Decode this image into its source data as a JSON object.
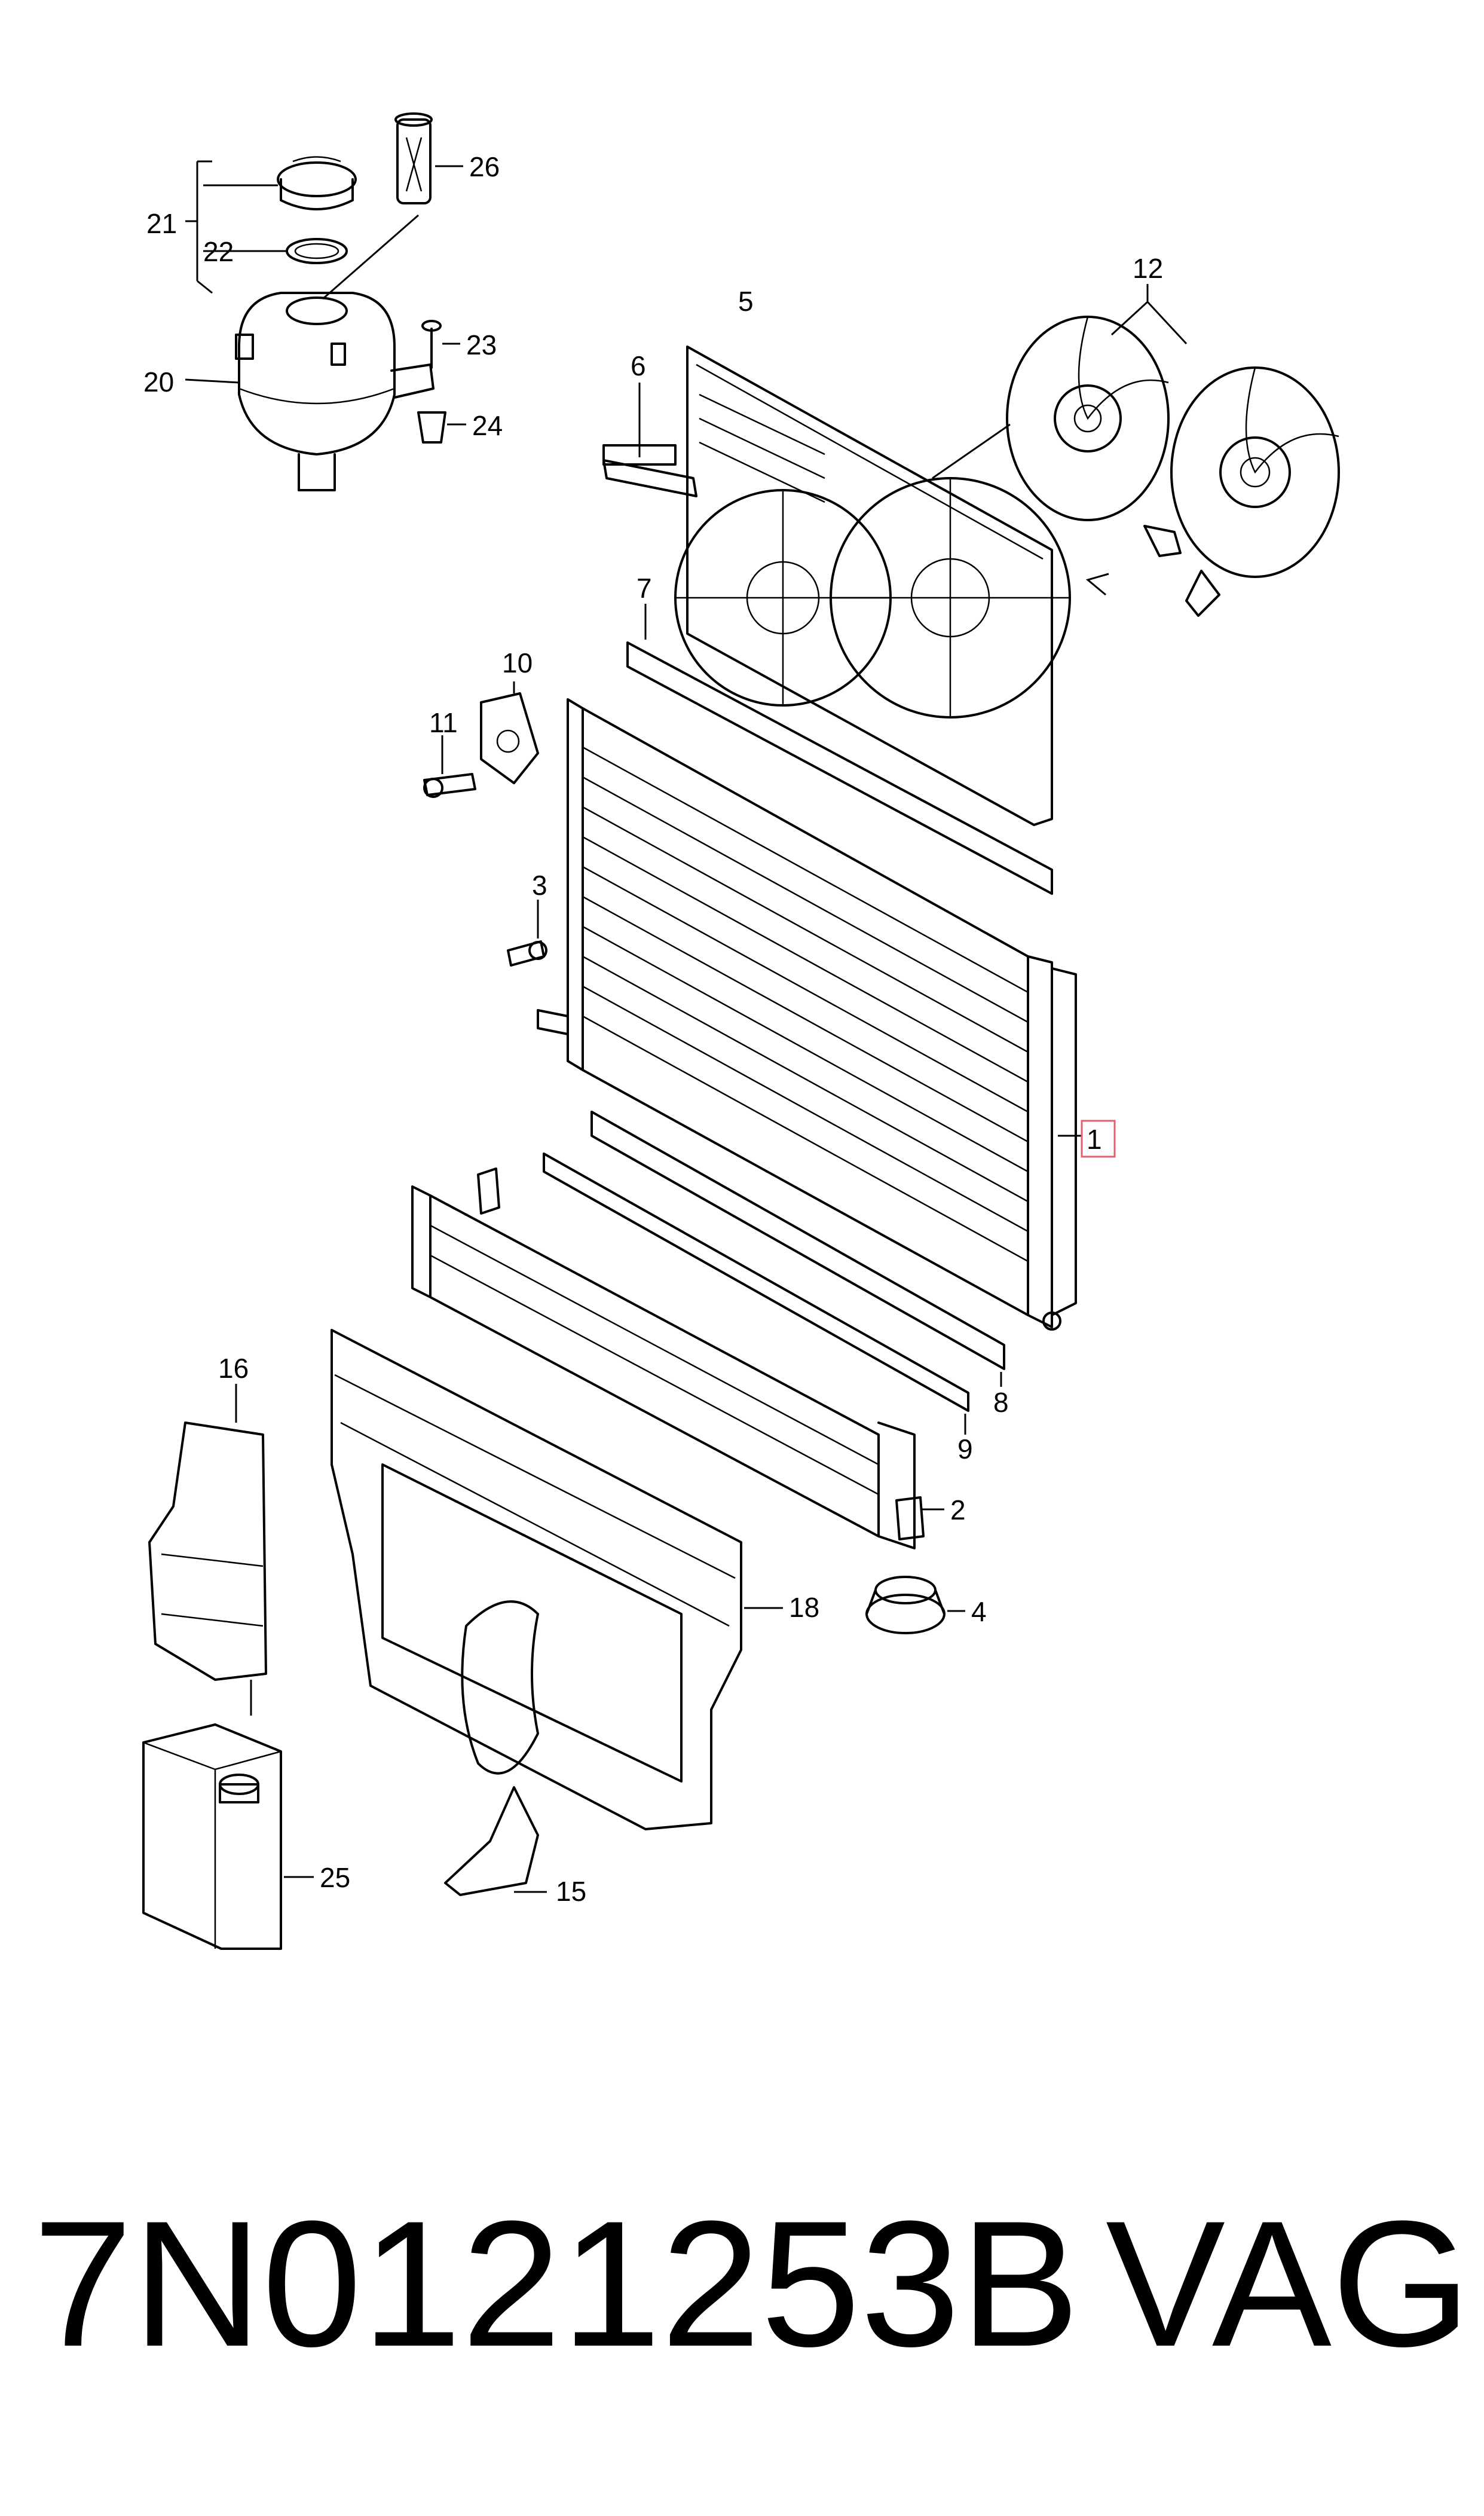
{
  "callouts": [
    {
      "id": "1",
      "label": "1"
    },
    {
      "id": "2",
      "label": "2"
    },
    {
      "id": "3",
      "label": "3"
    },
    {
      "id": "4",
      "label": "4"
    },
    {
      "id": "5",
      "label": "5"
    },
    {
      "id": "6",
      "label": "6"
    },
    {
      "id": "7",
      "label": "7"
    },
    {
      "id": "8",
      "label": "8"
    },
    {
      "id": "9",
      "label": "9"
    },
    {
      "id": "10",
      "label": "10"
    },
    {
      "id": "11",
      "label": "11"
    },
    {
      "id": "12",
      "label": "12"
    },
    {
      "id": "15",
      "label": "15"
    },
    {
      "id": "16",
      "label": "16"
    },
    {
      "id": "18",
      "label": "18"
    },
    {
      "id": "20",
      "label": "20"
    },
    {
      "id": "21",
      "label": "21"
    },
    {
      "id": "22",
      "label": "22"
    },
    {
      "id": "23",
      "label": "23"
    },
    {
      "id": "24",
      "label": "24"
    },
    {
      "id": "25",
      "label": "25"
    },
    {
      "id": "26",
      "label": "26"
    }
  ],
  "highlighted_callout": "1",
  "highlight_color": "#e06070",
  "caption": {
    "part_number": "7N0121253B",
    "brand": "VAG"
  }
}
